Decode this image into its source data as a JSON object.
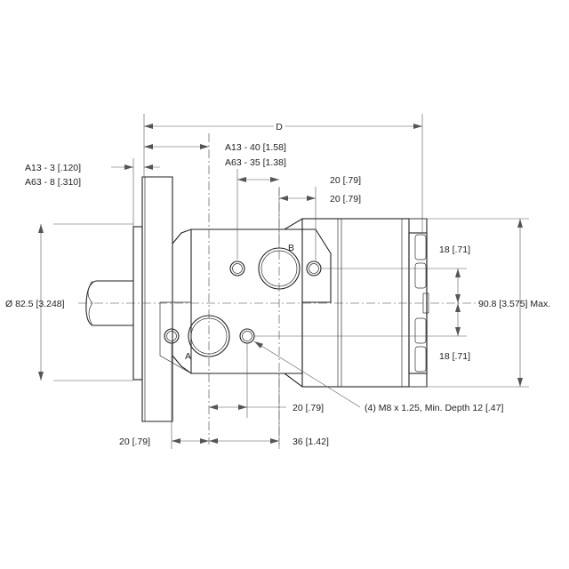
{
  "labels": {
    "overall_length": "D",
    "flange_offset_line1": "A13 -  3 [.120]",
    "flange_offset_line2": "A63 -  8 [.310]",
    "port_offset_line1": "A13 -  40 [1.58]",
    "port_offset_line2": "A63 -  35 [1.38]",
    "port_b_hole_left": "20 [.79]",
    "port_b_hole_right": "20 [.79]",
    "port_b": "B",
    "port_a": "A",
    "pilot_diameter": "Ø 82.5 [3.248]",
    "height_max": "90.8 [3.575] Max.",
    "upper_hole_spacing": "18 [.71]",
    "lower_hole_spacing": "18 [.71]",
    "port_a_hole_spacing": "20 [.79]",
    "thread_note": "(4) M8 x 1.25, Min. Depth 12 [.47]",
    "bottom_left_dim": "20 [.79]",
    "bottom_right_dim": "36 [1.42]"
  }
}
